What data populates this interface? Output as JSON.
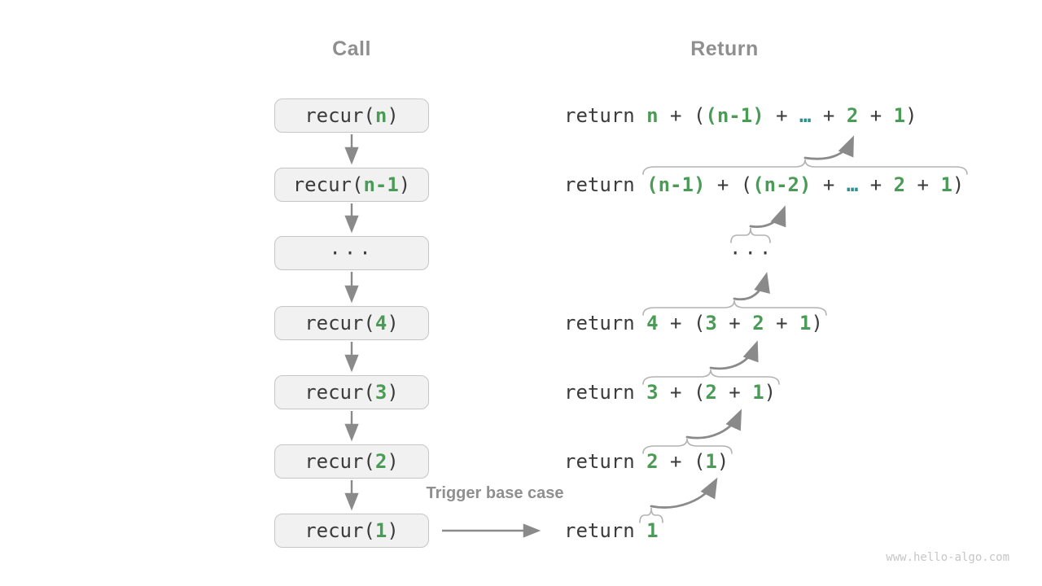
{
  "headers": {
    "call": "Call",
    "return": "Return"
  },
  "trigger_label": "Trigger base case",
  "watermark": "www.hello-algo.com",
  "colors": {
    "dark": "#3b3b3b",
    "green": "#4a9b55",
    "teal": "#2e8f8f",
    "arrow": "#8a8a8a",
    "brace": "#b3b3b3",
    "header_gray": "#8f8f8f",
    "box_bg": "#f1f1f1",
    "box_border": "#c6c6c6",
    "watermark_gray": "#c6c6c6"
  },
  "call_boxes": [
    {
      "tokens": [
        {
          "text": "recur(",
          "color": "dark"
        },
        {
          "text": "n",
          "color": "green"
        },
        {
          "text": ")",
          "color": "dark"
        }
      ]
    },
    {
      "tokens": [
        {
          "text": "recur(",
          "color": "dark"
        },
        {
          "text": "n-1",
          "color": "green"
        },
        {
          "text": ")",
          "color": "dark"
        }
      ]
    },
    {
      "variant": "dots",
      "tokens": [
        {
          "text": "···",
          "color": "dark"
        }
      ]
    },
    {
      "tokens": [
        {
          "text": "recur(",
          "color": "dark"
        },
        {
          "text": "4",
          "color": "green"
        },
        {
          "text": ")",
          "color": "dark"
        }
      ]
    },
    {
      "tokens": [
        {
          "text": "recur(",
          "color": "dark"
        },
        {
          "text": "3",
          "color": "green"
        },
        {
          "text": ")",
          "color": "dark"
        }
      ]
    },
    {
      "tokens": [
        {
          "text": "recur(",
          "color": "dark"
        },
        {
          "text": "2",
          "color": "green"
        },
        {
          "text": ")",
          "color": "dark"
        }
      ]
    },
    {
      "tokens": [
        {
          "text": "recur(",
          "color": "dark"
        },
        {
          "text": "1",
          "color": "green"
        },
        {
          "text": ")",
          "color": "dark"
        }
      ]
    }
  ],
  "return_rows": [
    {
      "tokens": [
        {
          "text": "return ",
          "color": "dark"
        },
        {
          "text": "n",
          "color": "green"
        },
        {
          "text": " + (",
          "color": "dark"
        },
        {
          "text": "(n-1)",
          "color": "green"
        },
        {
          "text": " + ",
          "color": "dark"
        },
        {
          "text": "…",
          "color": "teal"
        },
        {
          "text": " + ",
          "color": "dark"
        },
        {
          "text": "2",
          "color": "green"
        },
        {
          "text": " + ",
          "color": "dark"
        },
        {
          "text": "1",
          "color": "green"
        },
        {
          "text": ")",
          "color": "dark"
        }
      ]
    },
    {
      "tokens": [
        {
          "text": "return ",
          "color": "dark"
        },
        {
          "text": "(n-1)",
          "color": "green"
        },
        {
          "text": " + (",
          "color": "dark"
        },
        {
          "text": "(n-2)",
          "color": "green"
        },
        {
          "text": " + ",
          "color": "dark"
        },
        {
          "text": "…",
          "color": "teal"
        },
        {
          "text": " + ",
          "color": "dark"
        },
        {
          "text": "2",
          "color": "green"
        },
        {
          "text": " + ",
          "color": "dark"
        },
        {
          "text": "1",
          "color": "green"
        },
        {
          "text": ")",
          "color": "dark"
        }
      ]
    },
    {
      "variant": "dots",
      "tokens": [
        {
          "text": "···",
          "color": "dark"
        }
      ]
    },
    {
      "tokens": [
        {
          "text": "return ",
          "color": "dark"
        },
        {
          "text": "4",
          "color": "green"
        },
        {
          "text": " + (",
          "color": "dark"
        },
        {
          "text": "3",
          "color": "green"
        },
        {
          "text": " + ",
          "color": "dark"
        },
        {
          "text": "2",
          "color": "green"
        },
        {
          "text": " + ",
          "color": "dark"
        },
        {
          "text": "1",
          "color": "green"
        },
        {
          "text": ")",
          "color": "dark"
        }
      ]
    },
    {
      "tokens": [
        {
          "text": "return ",
          "color": "dark"
        },
        {
          "text": "3",
          "color": "green"
        },
        {
          "text": " + (",
          "color": "dark"
        },
        {
          "text": "2",
          "color": "green"
        },
        {
          "text": " + ",
          "color": "dark"
        },
        {
          "text": "1",
          "color": "green"
        },
        {
          "text": ")",
          "color": "dark"
        }
      ]
    },
    {
      "tokens": [
        {
          "text": "return ",
          "color": "dark"
        },
        {
          "text": "2",
          "color": "green"
        },
        {
          "text": " + (",
          "color": "dark"
        },
        {
          "text": "1",
          "color": "green"
        },
        {
          "text": ")",
          "color": "dark"
        }
      ]
    },
    {
      "tokens": [
        {
          "text": "return ",
          "color": "dark"
        },
        {
          "text": "1",
          "color": "green"
        }
      ]
    }
  ]
}
